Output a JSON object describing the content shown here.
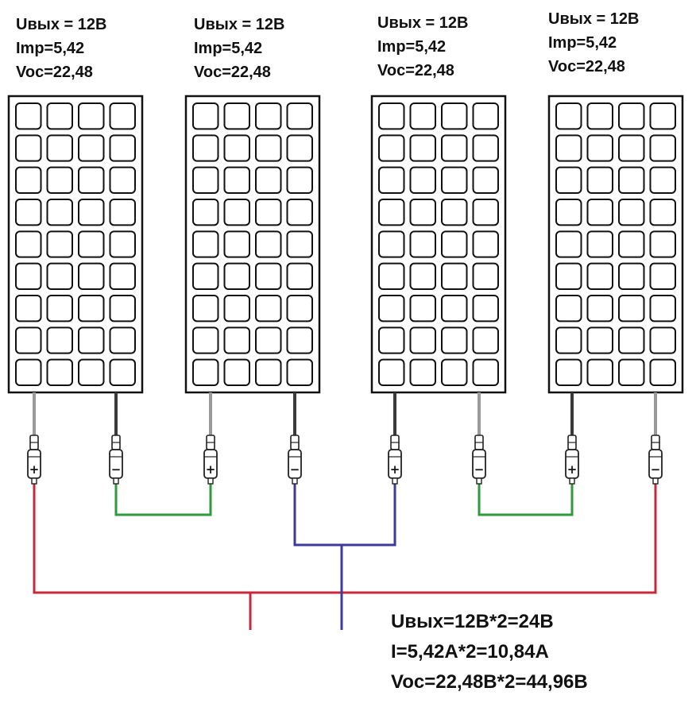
{
  "panels": [
    {
      "voltage": "Uвых = 12В",
      "imp": "Imp=5,42",
      "voc": "Voc=22,48"
    },
    {
      "voltage": "Uвых = 12В",
      "imp": "Imp=5,42",
      "voc": "Voc=22,48"
    },
    {
      "voltage": "Uвых = 12В",
      "imp": "Imp=5,42",
      "voc": "Voc=22,48"
    },
    {
      "voltage": "Uвых = 12В",
      "imp": "Imp=5,42",
      "voc": "Voc=22,48"
    }
  ],
  "totals": {
    "voltage": "Uвых=12В*2=24В",
    "current": "I=5,42А*2=10,84А",
    "voc": "Voc=22,48В*2=44,96В"
  },
  "colors": {
    "positive_bus": "#c8283a",
    "negative_bus": "#3c3a9a",
    "series_link": "#2d9a3c",
    "panel_outline": "#111111",
    "lead_light": "#9a9a9a",
    "lead_dark": "#3a3a3a"
  },
  "connector_labels": {
    "minus": "−",
    "plus": "+"
  }
}
